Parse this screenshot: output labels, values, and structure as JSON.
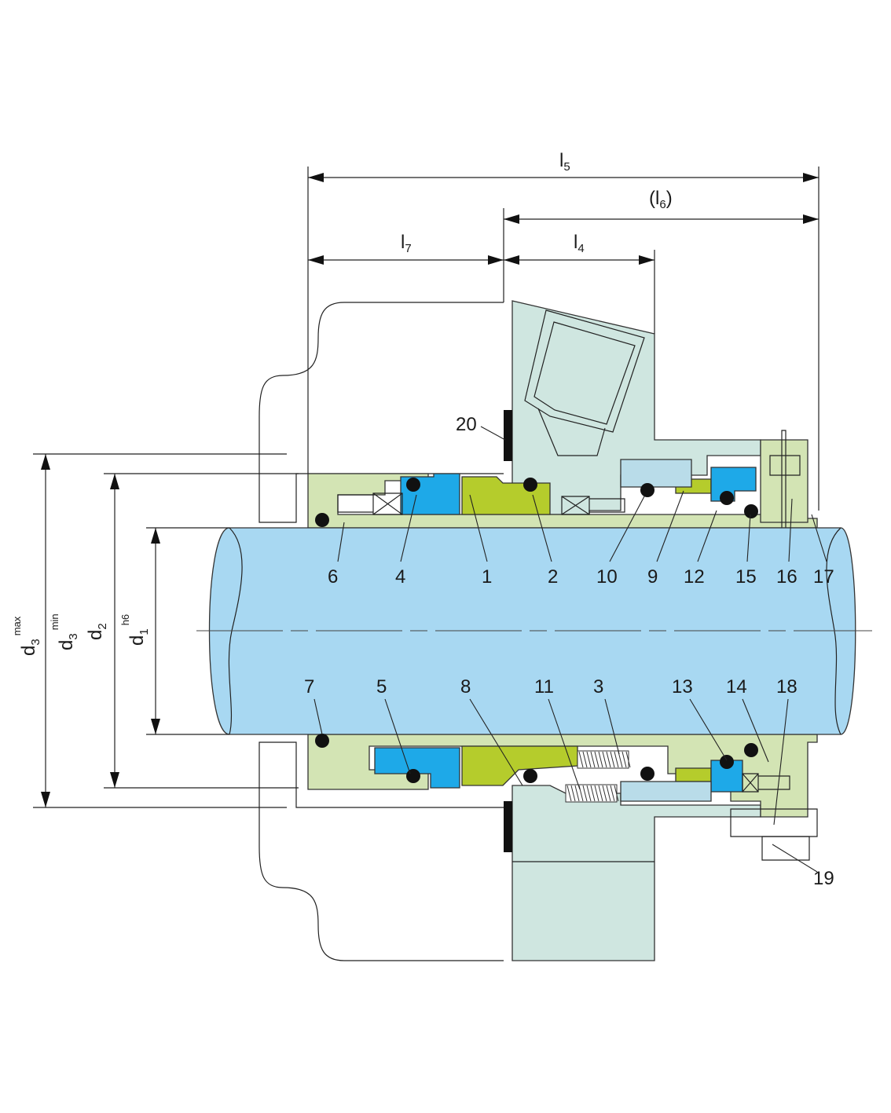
{
  "colors": {
    "shaft": "#a8d8f2",
    "housing": "#cfe6e0",
    "sleeve": "#d3e4b4",
    "seal_ring": "#b5cc2c",
    "seat": "#1ea9e8",
    "plate": "#b9dce9",
    "oring": "#111111",
    "gasket": "#111111",
    "line": "#222222"
  },
  "dimensions": {
    "l5": {
      "base": "l",
      "sub": "5"
    },
    "l6": {
      "prefix": "(",
      "base": "l",
      "sub": "6",
      "suffix": ")"
    },
    "l7": {
      "base": "l",
      "sub": "7"
    },
    "l4": {
      "base": "l",
      "sub": "4"
    },
    "d3max": {
      "base": "d",
      "sub": "3",
      "sup": "max"
    },
    "d3min": {
      "base": "d",
      "sub": "3",
      "sup": "min"
    },
    "d2": {
      "base": "d",
      "sub": "2"
    },
    "d1": {
      "base": "d",
      "sub": "1",
      "sup": "h6"
    }
  },
  "part_labels": {
    "p1": "1",
    "p2": "2",
    "p3": "3",
    "p4": "4",
    "p5": "5",
    "p6": "6",
    "p7": "7",
    "p8": "8",
    "p9": "9",
    "p10": "10",
    "p11": "11",
    "p12": "12",
    "p13": "13",
    "p14": "14",
    "p15": "15",
    "p16": "16",
    "p17": "17",
    "p18": "18",
    "p19": "19",
    "p20": "20"
  }
}
